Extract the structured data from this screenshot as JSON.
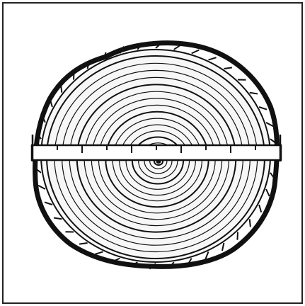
{
  "illustration": {
    "subject": "tree-trunk-cross-section",
    "ruler_tick_count": 10,
    "growth_ring_count": 17
  },
  "colors": {
    "background": "#ffffff",
    "border": "#222222",
    "ink": "#111111",
    "wood_fill": "#f7f7f7",
    "ruler_fill": "#ffffff"
  }
}
